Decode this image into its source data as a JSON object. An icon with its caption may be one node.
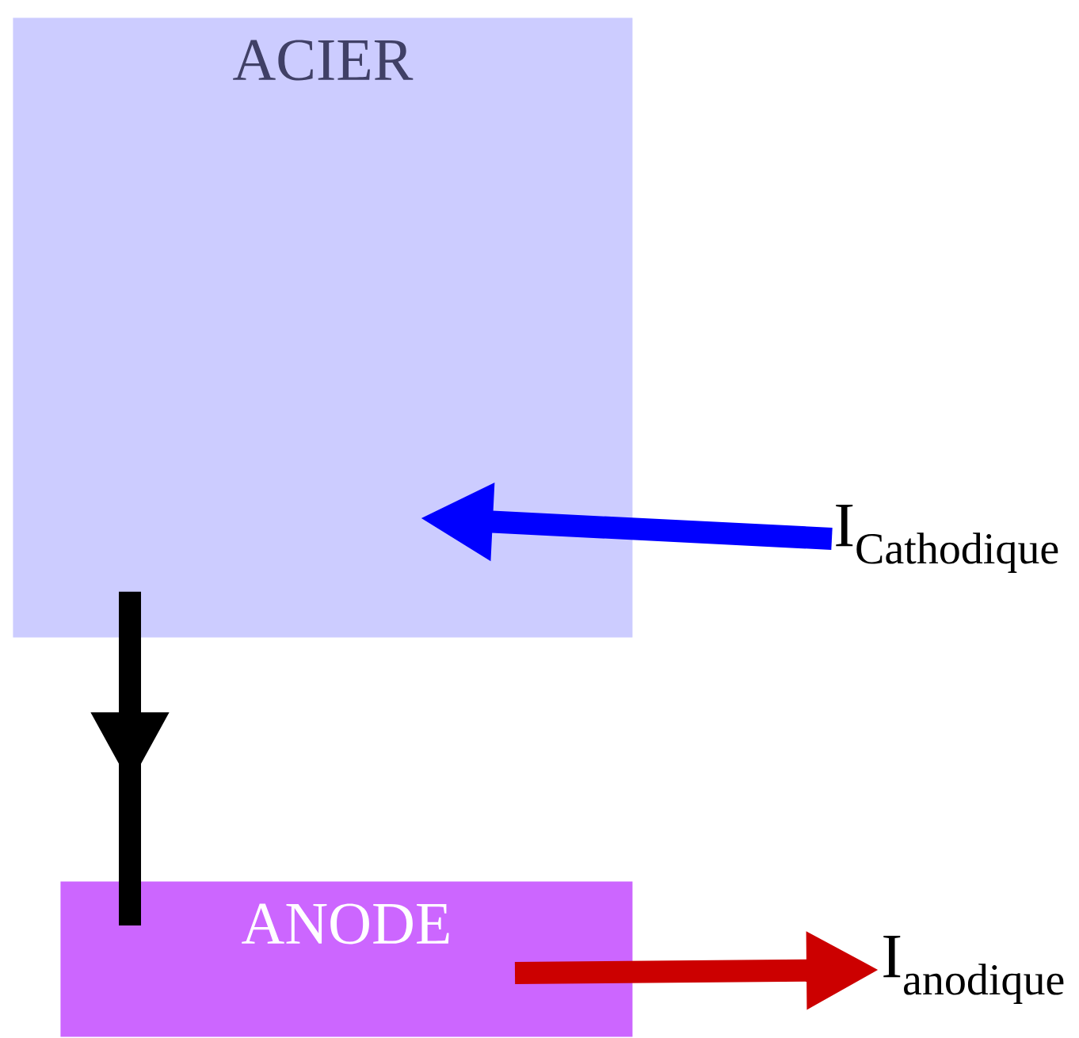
{
  "diagram": {
    "nodes": [
      {
        "text": [
          "ACIER"
        ]
      },
      {
        "text": [
          "ANODE"
        ]
      },
      {
        "text": [
          "\\mathrm{I}_{\\mathrm{Cathodique}}"
        ]
      },
      {
        "text": [
          "\\mathrm{I}_{\\mathrm{anodique}}"
        ]
      }
    ],
    "edges": [
      {
        "from": 2,
        "to": 0,
        "arrow": "to",
        "color": "#0000ff"
      },
      {
        "from": 0,
        "to": 1,
        "arrow": "to",
        "color": "#000000"
      },
      {
        "from": 1,
        "to": 3,
        "arrow": "to",
        "color": "#cc0000"
      }
    ]
  }
}
